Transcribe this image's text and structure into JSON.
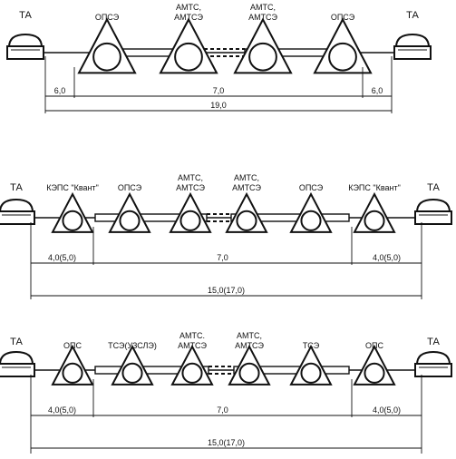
{
  "diagram_1": {
    "ta_left": "ТА",
    "ta_right": "ТА",
    "nodes": [
      "ОПСЭ",
      "АМТС,\nАМТСЭ",
      "АМТС,\nАМТСЭ",
      "ОПСЭ"
    ],
    "dim_left": "6,0",
    "dim_mid": "7,0",
    "dim_right": "6,0",
    "dim_total": "19,0"
  },
  "diagram_2": {
    "ta_left": "ТА",
    "ta_right": "ТА",
    "nodes": [
      "КЭПС \"Квант\"",
      "ОПСЭ",
      "АМТС,\nАМТСЭ",
      "АМТС,\nАМТСЭ",
      "ОПСЭ",
      "КЭПС \"Квант\""
    ],
    "dim_left": "4,0(5,0)",
    "dim_mid": "7,0",
    "dim_right": "4,0(5,0)",
    "dim_total": "15,0(17,0)"
  },
  "diagram_3": {
    "ta_left": "ТА",
    "ta_right": "ТА",
    "nodes": [
      "ОПС",
      "ТСЭ(УЗСЛЭ)",
      "АМТС.\nАМТСЭ",
      "АМТС,\nАМТСЭ",
      "ТСЭ",
      "ОПС"
    ],
    "dim_left": "4,0(5,0)",
    "dim_mid": "7,0",
    "dim_right": "4,0(5,0)",
    "dim_total": "15,0(17,0)"
  }
}
